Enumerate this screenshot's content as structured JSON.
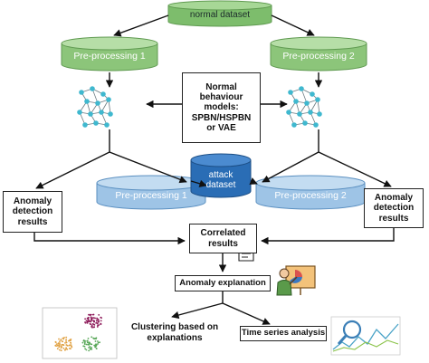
{
  "datasets": {
    "normal": "normal dataset",
    "attack": "attack\ndataset"
  },
  "preprocessing": {
    "top_left": "Pre-processing 1",
    "top_right": "Pre-processing 2",
    "bottom_left": "Pre-processing 1",
    "bottom_right": "Pre-processing 2"
  },
  "models_box": "Normal\nbehaviour\nmodels:\nSPBN/HSPBN\nor VAE",
  "results": {
    "left": "Anomaly\ndetection\nresults",
    "right": "Anomaly\ndetection\nresults"
  },
  "correlated": "Correlated\nresults",
  "anomaly_explanation": "Anomaly explanation",
  "clustering": "Clustering based on\nexplanations",
  "time_series": "Time series analysis",
  "colors": {
    "green_cylinder": "#8cc57a",
    "blue_cylinder_light": "#9ec4e6",
    "blue_cylinder_dark": "#2a6db5",
    "graph_node": "#3fb8cf"
  },
  "icons": [
    "network-graph-icon",
    "document-chart-icon",
    "presenter-icon",
    "scatter-plot-thumbnail",
    "magnifier-chart-icon"
  ]
}
